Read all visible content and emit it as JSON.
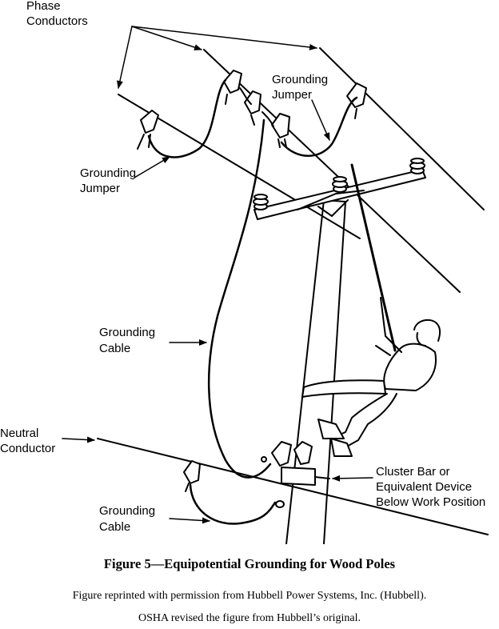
{
  "labels": {
    "phase_conductors": [
      "Phase",
      "Conductors"
    ],
    "grounding_jumper_upper": [
      "Grounding",
      "Jumper"
    ],
    "grounding_jumper_left": [
      "Grounding",
      "Jumper"
    ],
    "grounding_cable_middle": [
      "Grounding",
      "Cable"
    ],
    "neutral_conductor": [
      "Neutral",
      "Conductor"
    ],
    "cluster_bar": [
      "Cluster Bar or",
      "Equivalent Device",
      "Below Work Position"
    ],
    "grounding_cable_lower": [
      "Grounding",
      "Cable"
    ]
  },
  "caption": {
    "title": "Figure 5—Equipotential Grounding for Wood Poles",
    "credit": "Figure reprinted with permission from Hubbell Power Systems, Inc. (Hubbell).",
    "note": "OSHA revised the figure from Hubbell’s original."
  }
}
